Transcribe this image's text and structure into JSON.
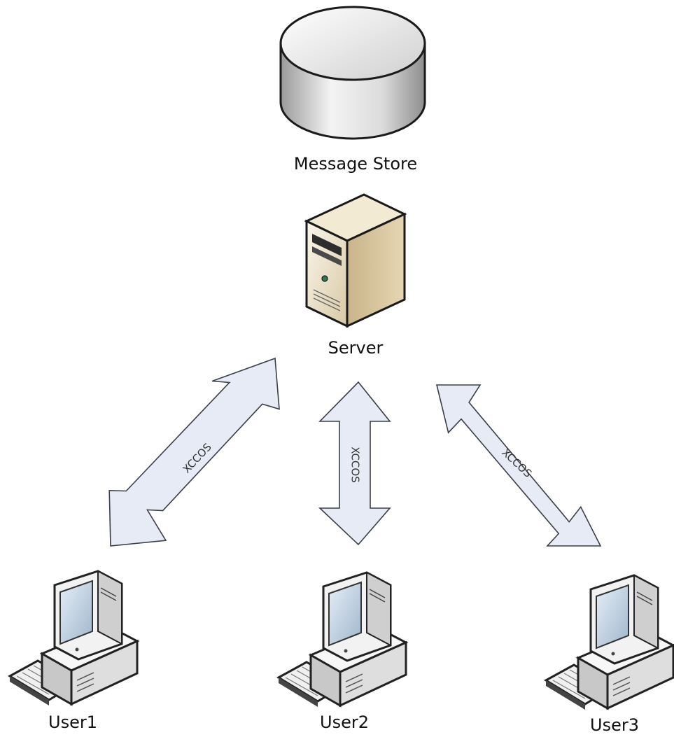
{
  "nodes": {
    "message_store": {
      "label": "Message Store",
      "icon": "database-cylinder-icon"
    },
    "server": {
      "label": "Server",
      "icon": "server-tower-icon"
    },
    "user1": {
      "label": "User1",
      "icon": "desktop-computer-icon"
    },
    "user2": {
      "label": "User2",
      "icon": "desktop-computer-icon"
    },
    "user3": {
      "label": "User3",
      "icon": "desktop-computer-icon"
    }
  },
  "connections": [
    {
      "from": "user1",
      "to": "server",
      "label": "XCCOS",
      "style": "double-arrow"
    },
    {
      "from": "user2",
      "to": "server",
      "label": "XCCOS",
      "style": "double-arrow"
    },
    {
      "from": "user3",
      "to": "server",
      "label": "XCCOS",
      "style": "double-arrow"
    }
  ],
  "colors": {
    "arrow_fill": "#e6ebf5",
    "arrow_stroke": "#3a3f4a",
    "cylinder_fill": "#d9d9d9",
    "server_fill": "#e9dcc0",
    "monitor_fill": "#f2f2f2",
    "screen_fill": "#c7d7e8"
  }
}
